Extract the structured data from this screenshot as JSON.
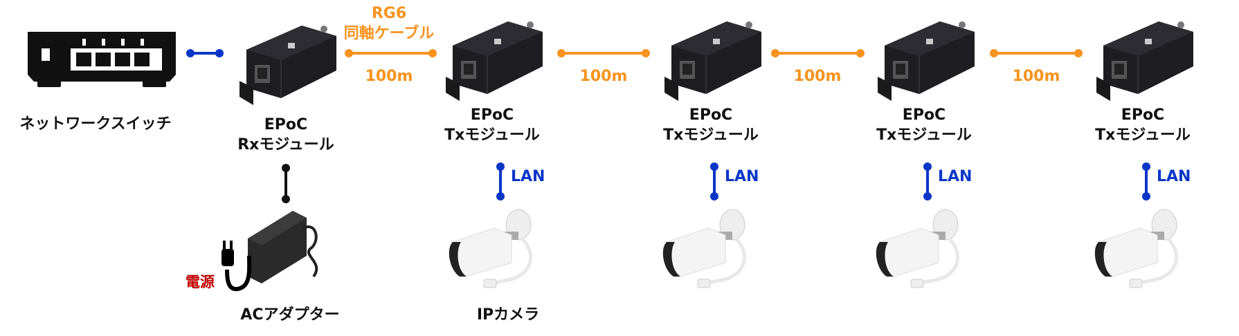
{
  "colors": {
    "cable": "#f7931e",
    "lan": "#0a36c8",
    "power": "#111111",
    "power_label": "#c00000"
  },
  "switch": {
    "label": "ネットワークスイッチ"
  },
  "rx": {
    "line1": "EPoC",
    "line2": "Rxモジュール"
  },
  "cable": {
    "type_line1": "RG6",
    "type_line2": "同軸ケーブル"
  },
  "segments": [
    {
      "distance": "100m"
    },
    {
      "distance": "100m"
    },
    {
      "distance": "100m"
    },
    {
      "distance": "100m"
    }
  ],
  "tx": [
    {
      "line1": "EPoC",
      "line2": "Txモジュール",
      "lan": "LAN"
    },
    {
      "line1": "EPoC",
      "line2": "Txモジュール",
      "lan": "LAN"
    },
    {
      "line1": "EPoC",
      "line2": "Txモジュール",
      "lan": "LAN"
    },
    {
      "line1": "EPoC",
      "line2": "Txモジュール",
      "lan": "LAN"
    }
  ],
  "adapter": {
    "label": "ACアダプター",
    "power_label": "電源"
  },
  "camera": {
    "label": "IPカメラ"
  }
}
